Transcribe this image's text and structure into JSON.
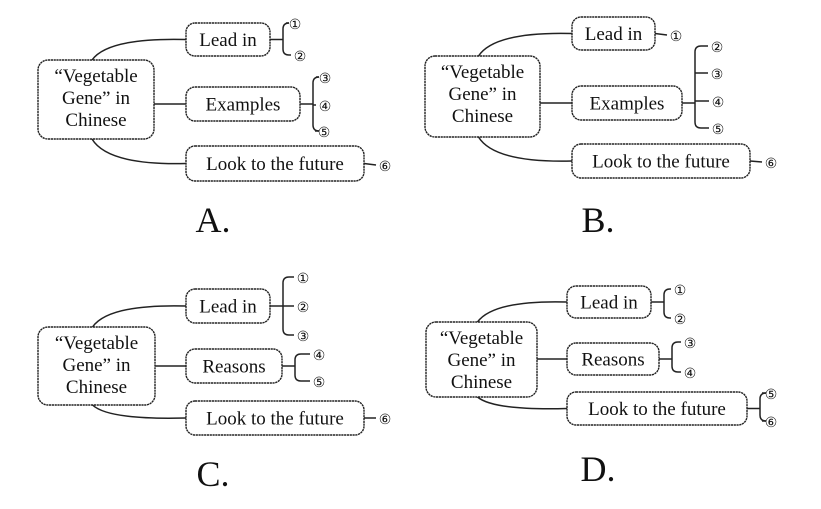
{
  "diagrams": [
    {
      "label": "A.",
      "center": [
        "“Vegetable",
        "Gene” in",
        "Chinese"
      ],
      "branches": [
        {
          "label": "Lead in",
          "items": [
            "①",
            "②"
          ]
        },
        {
          "label": "Examples",
          "items": [
            "③",
            "④",
            "⑤"
          ]
        },
        {
          "label": "Look to the future",
          "items": [
            "⑥"
          ]
        }
      ]
    },
    {
      "label": "B.",
      "center": [
        "“Vegetable",
        "Gene” in",
        "Chinese"
      ],
      "branches": [
        {
          "label": "Lead in",
          "items": [
            "①"
          ]
        },
        {
          "label": "Examples",
          "items": [
            "②",
            "③",
            "④",
            "⑤"
          ]
        },
        {
          "label": "Look to the future",
          "items": [
            "⑥"
          ]
        }
      ]
    },
    {
      "label": "C.",
      "center": [
        "“Vegetable",
        "Gene” in",
        "Chinese"
      ],
      "branches": [
        {
          "label": "Lead in",
          "items": [
            "①",
            "②",
            "③"
          ]
        },
        {
          "label": "Reasons",
          "items": [
            "④",
            "⑤"
          ]
        },
        {
          "label": "Look to the future",
          "items": [
            "⑥"
          ]
        }
      ]
    },
    {
      "label": "D.",
      "center": [
        "“Vegetable",
        "Gene” in",
        "Chinese"
      ],
      "branches": [
        {
          "label": "Lead in",
          "items": [
            "①",
            "②"
          ]
        },
        {
          "label": "Reasons",
          "items": [
            "③",
            "④"
          ]
        },
        {
          "label": "Look to the future",
          "items": [
            "⑤",
            "⑥"
          ]
        }
      ]
    }
  ]
}
